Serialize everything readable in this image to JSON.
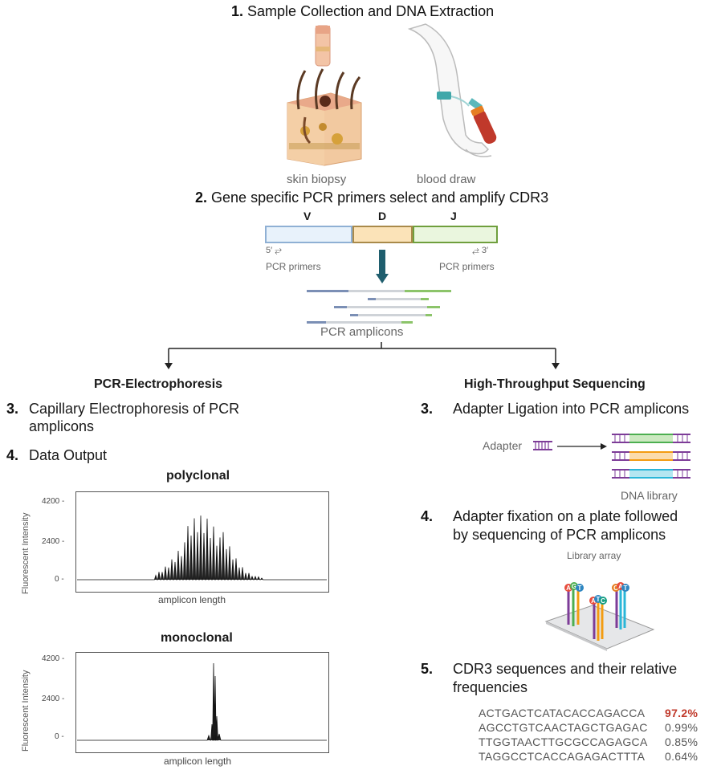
{
  "step1": {
    "num": "1.",
    "title": "Sample Collection and DNA Extraction",
    "skin_label": "skin biopsy",
    "blood_label": "blood draw"
  },
  "step2": {
    "num": "2.",
    "title": "Gene specific PCR primers select and amplify CDR3",
    "segments": [
      "V",
      "D",
      "J"
    ],
    "primer_left_mark": "5′ ⥂",
    "primer_right_mark": "⥄ 3′",
    "primer_left": "PCR primers",
    "primer_right": "PCR primers",
    "amplicons_label": "PCR amplicons"
  },
  "left": {
    "heading": "PCR-Electrophoresis",
    "step3_num": "3.",
    "step3_line1": "Capillary Electrophoresis of PCR",
    "step3_line2": "amplicons",
    "step4_num": "4.",
    "step4_title": "Data Output",
    "charts": [
      {
        "title": "polyclonal",
        "ylabel": "Fluorescent Intensity",
        "xlabel": "amplicon length",
        "yticks": [
          "4200 -",
          "2400 -",
          "0 -"
        ]
      },
      {
        "title": "monoclonal",
        "ylabel": "Fluorescent Intensity",
        "xlabel": "amplicon length",
        "yticks": [
          "4200 -",
          "2400 -",
          "0 -"
        ]
      }
    ]
  },
  "right": {
    "heading": "High-Throughput Sequencing",
    "step3_num": "3.",
    "step3_title": "Adapter Ligation into PCR amplicons",
    "adapter_label": "Adapter",
    "library_label": "DNA library",
    "step4_num": "4.",
    "step4_line1": "Adapter fixation on a plate followed",
    "step4_line2": "by sequencing of PCR amplicons",
    "array_label": "Library array",
    "tags": [
      "A",
      "G",
      "T",
      "A",
      "T",
      "C",
      "C",
      "A",
      "T"
    ],
    "step5_num": "5.",
    "step5_line1": "CDR3 sequences and their relative",
    "step5_line2": "frequencies",
    "sequences": [
      {
        "seq": "ACTGACTCATACACCAGACCA",
        "freq": "97.2%"
      },
      {
        "seq": "AGCCTGTCAACTAGCTGAGAC",
        "freq": "0.99%"
      },
      {
        "seq": "TTGGTAACTTGCGCCAGAGCA",
        "freq": "0.85%"
      },
      {
        "seq": "TAGGCCTCACCAGAGACTTTA",
        "freq": "0.64%"
      }
    ],
    "highlight_color": "#c0392b"
  }
}
